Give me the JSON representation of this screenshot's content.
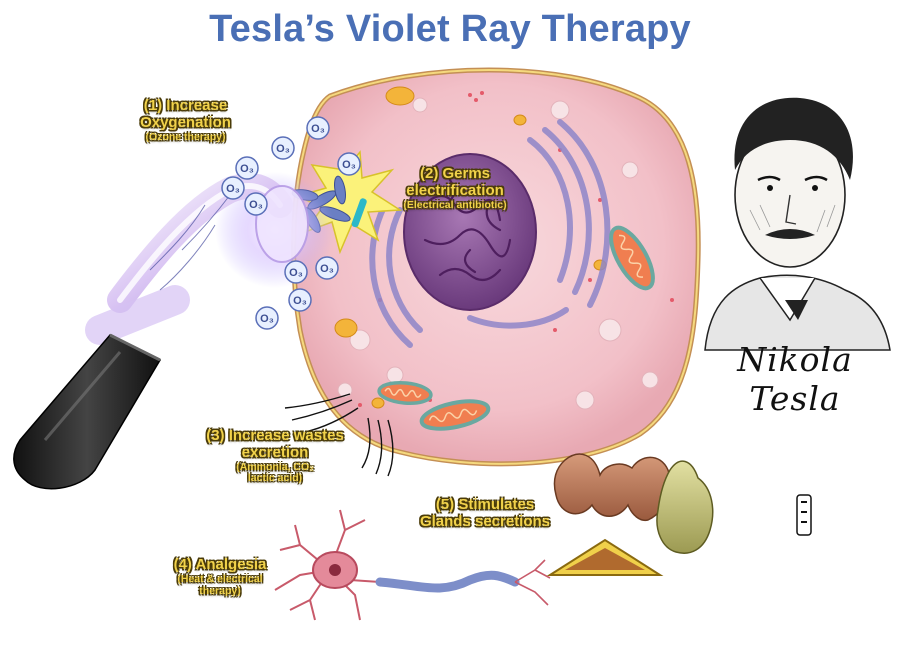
{
  "title": "Tesla’s Violet Ray Therapy",
  "labels": {
    "oxygenation": {
      "line1": "(1) Increase",
      "line2": "Oxygenation",
      "sub": "(Ozone therapy)"
    },
    "germs": {
      "line1": "(2) Germs",
      "line2": "electrification",
      "sub": "(Electrical antibiotic)"
    },
    "wastes": {
      "line1": "(3) Increase wastes",
      "line2": "excretion",
      "sub1": "(Ammonia, CO₂",
      "sub2": "lactic acid)"
    },
    "analgesia": {
      "line1": "(4) Analgesia",
      "sub1": "(Heat & electrical",
      "sub2": "therapy)"
    },
    "glands": {
      "line1": "(5) Stimulates",
      "line2": "Glands secretions"
    }
  },
  "ozone_symbol": "O₃",
  "portrait_caption": "Nikola Tesla",
  "colors": {
    "title": "#4a6fb5",
    "label_fill": "#f1d24a",
    "label_outline": "#4a3b08",
    "cell": "#f4c4cc",
    "nucleus": "#7c4a8e",
    "violet_glow": "#c9a6f0"
  }
}
